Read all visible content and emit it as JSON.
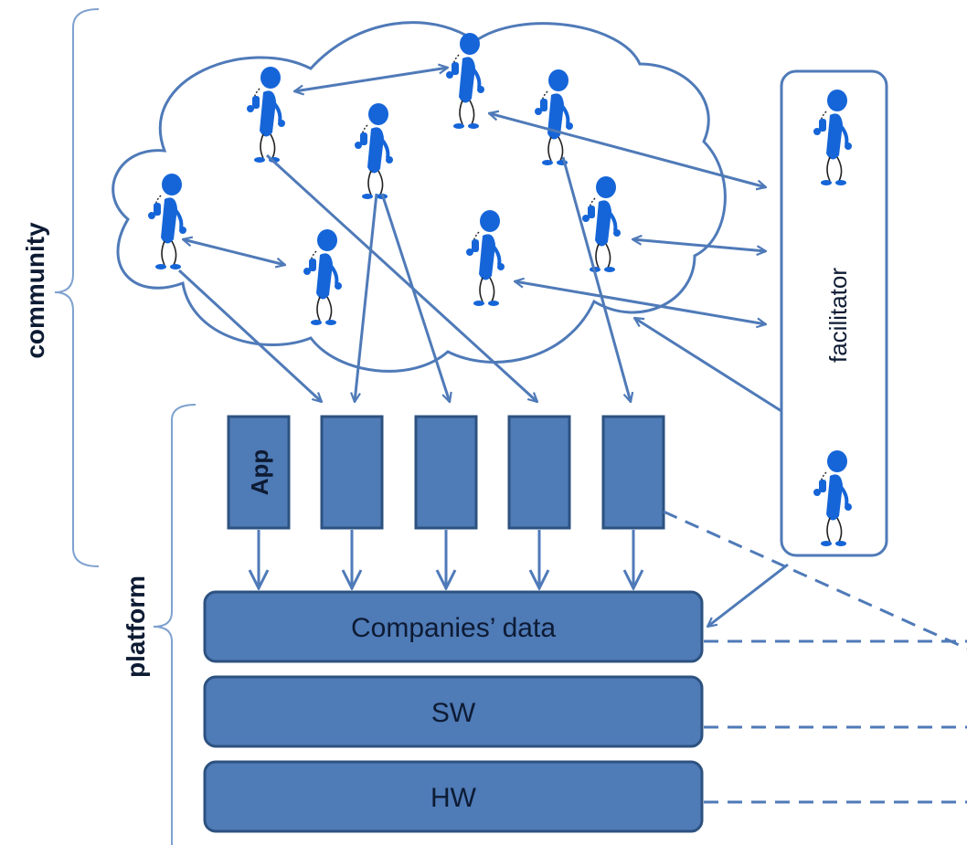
{
  "labels": {
    "community": "community",
    "platform": "platform",
    "facilitator": "facilitator",
    "app": "App",
    "companies_data": "Companies’ data",
    "sw": "SW",
    "hw": "HW"
  },
  "colors": {
    "line": "#4f7ab8",
    "fill": "#4f7bb7",
    "fill_dark": "#2d5280",
    "figure": "#1565d8",
    "text_dark": "#0d1b33",
    "brace": "#7fa1cf"
  },
  "icons": [
    "person-icon"
  ]
}
